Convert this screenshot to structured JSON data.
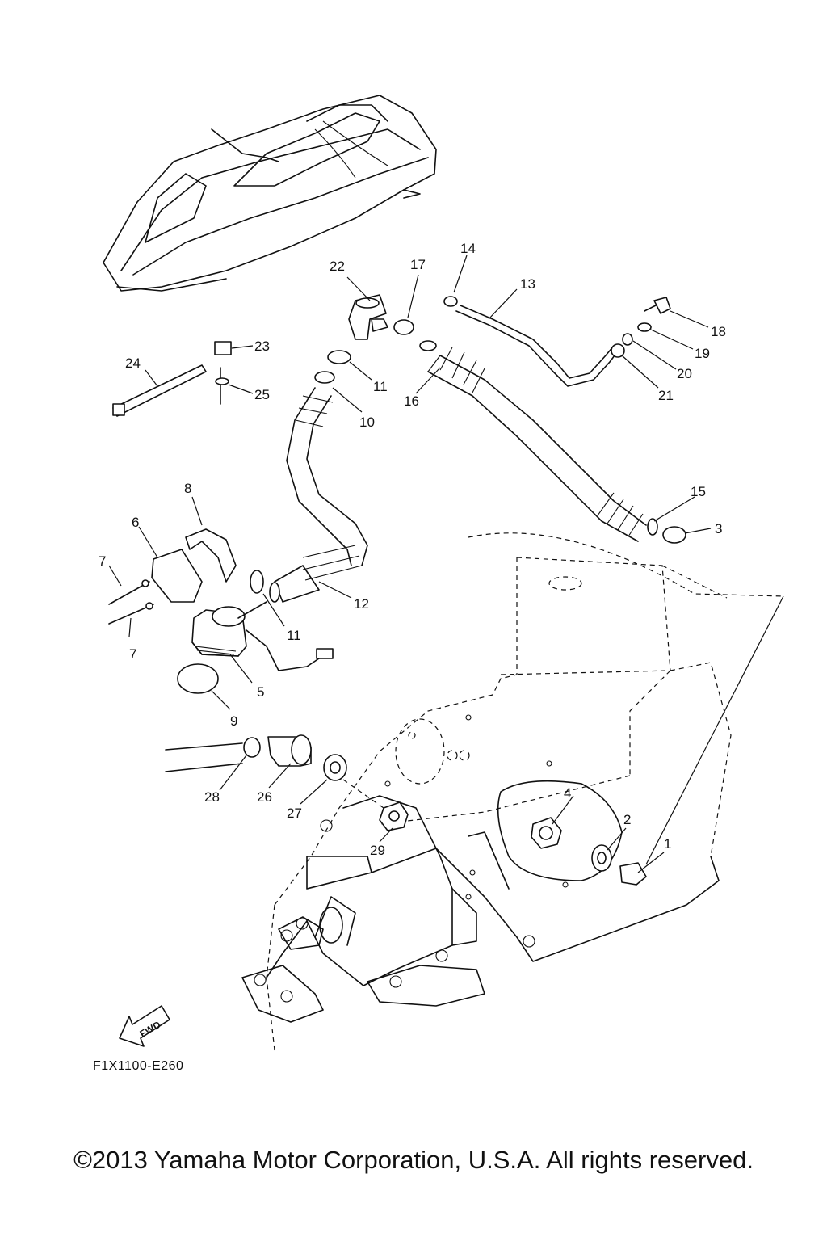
{
  "callouts": [
    "1",
    "2",
    "3",
    "4",
    "5",
    "6",
    "7",
    "7",
    "8",
    "9",
    "10",
    "11",
    "11",
    "12",
    "13",
    "14",
    "15",
    "16",
    "17",
    "18",
    "19",
    "20",
    "21",
    "22",
    "23",
    "24",
    "25",
    "26",
    "27",
    "28",
    "29"
  ],
  "fwd_label": "FWD",
  "drawing_code": "F1X1100-E260",
  "copyright": "©2013 Yamaha Motor Corporation, U.S.A. All rights reserved."
}
